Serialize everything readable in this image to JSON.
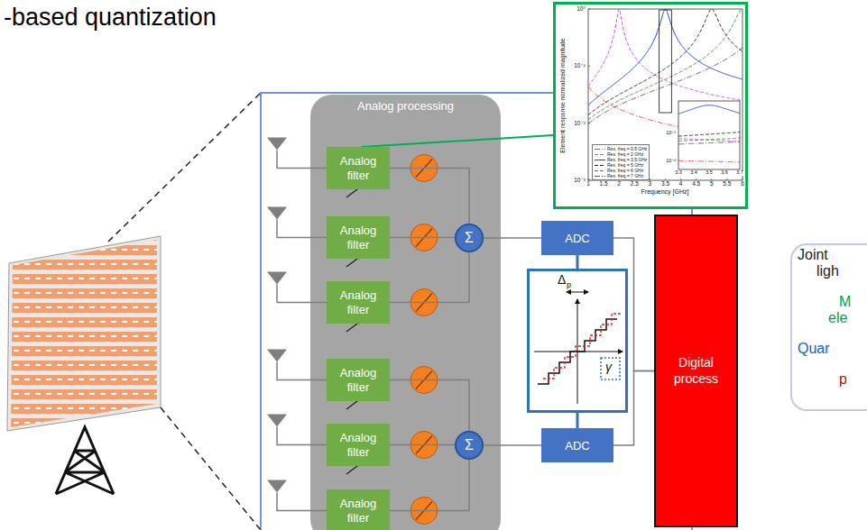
{
  "diagram": {
    "title": "-based quantization",
    "nodes": [
      {
        "text": [
          "Frequency [GHz]",
          "Element response normalized magnitude"
        ]
      },
      {
        "text": [
          "Analog processing"
        ]
      },
      {
        "text": [
          "Analog filter"
        ],
        "in": 1
      },
      {
        "text": [
          "Analog filter"
        ],
        "in": 1
      },
      {
        "text": [
          "Analog filter"
        ],
        "in": 1
      },
      {
        "text": [
          "Analog filter"
        ],
        "in": 1
      },
      {
        "text": [
          "Analog filter"
        ],
        "in": 1
      },
      {
        "text": [
          "Analog filter"
        ],
        "in": 1
      },
      {
        "text": [
          "Σ"
        ],
        "in": 1
      },
      {
        "text": [
          "Σ"
        ],
        "in": 1
      },
      {
        "text": [
          "ADC"
        ]
      },
      {
        "text": [
          "Δ",
          "p",
          "γ"
        ]
      },
      {
        "text": [
          "ADC"
        ]
      },
      {
        "text": [
          "Digital process"
        ]
      },
      {
        "text": [
          "Joint",
          "ligh",
          "M",
          "ele",
          "Quar",
          "p"
        ]
      }
    ],
    "edges": [
      {
        "from": 2,
        "to": 0,
        "arrow": "none"
      },
      {
        "from": 2,
        "to": 8,
        "arrow": "none"
      },
      {
        "from": 3,
        "to": 8,
        "arrow": "none"
      },
      {
        "from": 4,
        "to": 8,
        "arrow": "none"
      },
      {
        "from": 5,
        "to": 9,
        "arrow": "none"
      },
      {
        "from": 6,
        "to": 9,
        "arrow": "none"
      },
      {
        "from": 7,
        "to": 9,
        "arrow": "none"
      },
      {
        "from": 8,
        "to": 10,
        "arrow": "none"
      },
      {
        "from": 9,
        "to": 12,
        "arrow": "none"
      },
      {
        "from": 10,
        "to": 11,
        "arrow": "none"
      },
      {
        "from": 11,
        "to": 12,
        "arrow": "none"
      },
      {
        "from": 10,
        "to": 13,
        "arrow": "none"
      },
      {
        "from": 12,
        "to": 13,
        "arrow": "none"
      }
    ],
    "labels": [
      "10⁰",
      "10⁻¹",
      "10⁻²",
      "10⁻³",
      "1",
      "1.5",
      "2",
      "2.5",
      "3",
      "3.5",
      "4",
      "4.5",
      "5",
      "5.5",
      "6",
      "10⁻¹",
      "10⁻²",
      "3.3",
      "3.4",
      "3.5",
      "3.6",
      "3.7"
    ],
    "legend": [
      {
        "text": "Res. freq = 0.5 GHz"
      },
      {
        "text": "Res. freq = 2 GHz"
      },
      {
        "text": "Res. freq = 3.5 GHz"
      },
      {
        "text": "Res. freq = 5 GHz"
      },
      {
        "text": "Res. freq = 6 GHz"
      },
      {
        "text": "Res. freq = 7 GHz"
      }
    ]
  }
}
